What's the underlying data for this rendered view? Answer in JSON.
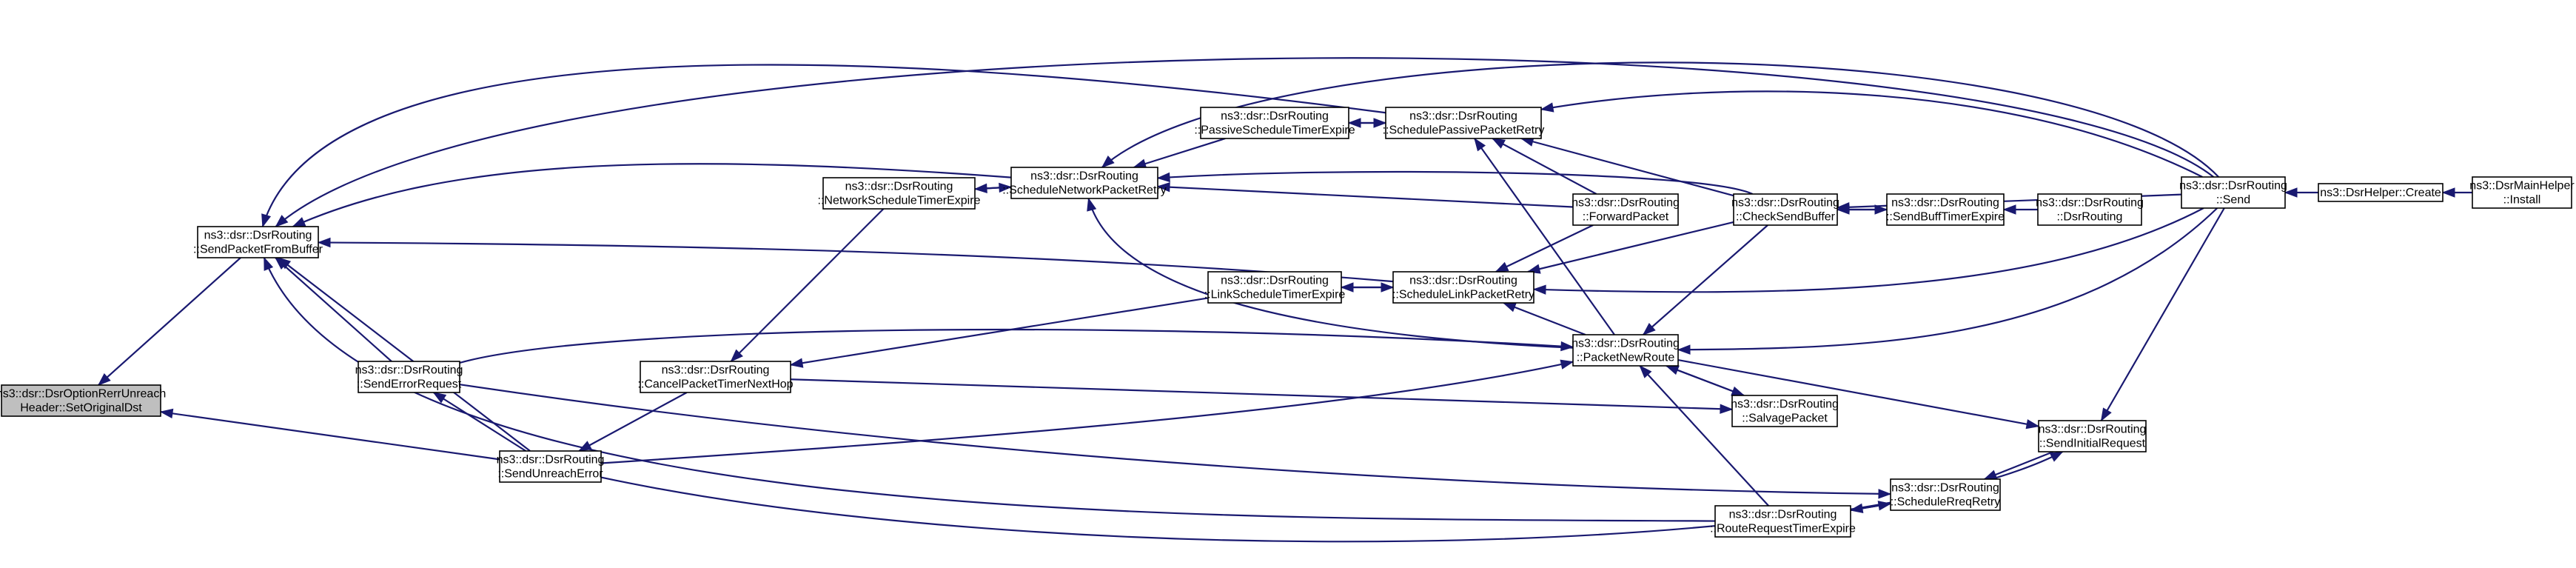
{
  "graph": {
    "nodes": [
      {
        "id": "setOriginalDst",
        "lines": [
          "ns3::dsr::DsrOptionRerrUnreach",
          "Header::SetOriginalDst"
        ],
        "highlight": true
      },
      {
        "id": "sendPacketFromBuffer",
        "lines": [
          "ns3::dsr::DsrRouting",
          "::SendPacketFromBuffer"
        ]
      },
      {
        "id": "sendErrorRequest",
        "lines": [
          "ns3::dsr::DsrRouting",
          "::SendErrorRequest"
        ]
      },
      {
        "id": "sendUnreachError",
        "lines": [
          "ns3::dsr::DsrRouting",
          "::SendUnreachError"
        ]
      },
      {
        "id": "networkScheduleTimerExpire",
        "lines": [
          "ns3::dsr::DsrRouting",
          "::NetworkScheduleTimerExpire"
        ]
      },
      {
        "id": "cancelPacketTimerNextHop",
        "lines": [
          "ns3::dsr::DsrRouting",
          "::CancelPacketTimerNextHop"
        ]
      },
      {
        "id": "scheduleNetworkPacketRetry",
        "lines": [
          "ns3::dsr::DsrRouting",
          "::ScheduleNetworkPacketRetry"
        ]
      },
      {
        "id": "passiveScheduleTimerExpire",
        "lines": [
          "ns3::dsr::DsrRouting",
          "::PassiveScheduleTimerExpire"
        ]
      },
      {
        "id": "linkScheduleTimerExpire",
        "lines": [
          "ns3::dsr::DsrRouting",
          "::LinkScheduleTimerExpire"
        ]
      },
      {
        "id": "schedulePassivePacketRetry",
        "lines": [
          "ns3::dsr::DsrRouting",
          "::SchedulePassivePacketRetry"
        ]
      },
      {
        "id": "scheduleLinkPacketRetry",
        "lines": [
          "ns3::dsr::DsrRouting",
          "::ScheduleLinkPacketRetry"
        ]
      },
      {
        "id": "forwardPacket",
        "lines": [
          "ns3::dsr::DsrRouting",
          "::ForwardPacket"
        ]
      },
      {
        "id": "packetNewRoute",
        "lines": [
          "ns3::dsr::DsrRouting",
          "::PacketNewRoute"
        ]
      },
      {
        "id": "salvagePacket",
        "lines": [
          "ns3::dsr::DsrRouting",
          "::SalvagePacket"
        ]
      },
      {
        "id": "routeRequestTimerExpire",
        "lines": [
          "ns3::dsr::DsrRouting",
          "::RouteRequestTimerExpire"
        ]
      },
      {
        "id": "checkSendBuffer",
        "lines": [
          "ns3::dsr::DsrRouting",
          "::CheckSendBuffer"
        ]
      },
      {
        "id": "sendBuffTimerExpire",
        "lines": [
          "ns3::dsr::DsrRouting",
          "::SendBuffTimerExpire"
        ]
      },
      {
        "id": "scheduleRreqRetry",
        "lines": [
          "ns3::dsr::DsrRouting",
          "::ScheduleRreqRetry"
        ]
      },
      {
        "id": "sendInitialRequest",
        "lines": [
          "ns3::dsr::DsrRouting",
          "::SendInitialRequest"
        ]
      },
      {
        "id": "dsrRouting",
        "lines": [
          "ns3::dsr::DsrRouting",
          "::DsrRouting"
        ]
      },
      {
        "id": "send",
        "lines": [
          "ns3::dsr::DsrRouting",
          "::Send"
        ]
      },
      {
        "id": "dsrHelperCreate",
        "lines": [
          "ns3::DsrHelper::Create"
        ]
      },
      {
        "id": "dsrMainHelperInstall",
        "lines": [
          "ns3::DsrMainHelper",
          "::Install"
        ]
      }
    ],
    "edges": [
      [
        "sendPacketFromBuffer",
        "setOriginalDst"
      ],
      [
        "sendUnreachError",
        "setOriginalDst"
      ],
      [
        "sendErrorRequest",
        "sendPacketFromBuffer"
      ],
      [
        "sendUnreachError",
        "sendPacketFromBuffer"
      ],
      [
        "routeRequestTimerExpire",
        "sendPacketFromBuffer"
      ],
      [
        "scheduleNetworkPacketRetry",
        "sendPacketFromBuffer"
      ],
      [
        "schedulePassivePacketRetry",
        "sendPacketFromBuffer"
      ],
      [
        "scheduleLinkPacketRetry",
        "sendPacketFromBuffer"
      ],
      [
        "send",
        "sendPacketFromBuffer"
      ],
      [
        "sendUnreachError",
        "sendErrorRequest"
      ],
      [
        "cancelPacketTimerNextHop",
        "sendUnreachError"
      ],
      [
        "scheduleNetworkPacketRetry",
        "networkScheduleTimerExpire"
      ],
      [
        "networkScheduleTimerExpire",
        "scheduleNetworkPacketRetry"
      ],
      [
        "networkScheduleTimerExpire",
        "cancelPacketTimerNextHop"
      ],
      [
        "linkScheduleTimerExpire",
        "cancelPacketTimerNextHop"
      ],
      [
        "packetNewRoute",
        "scheduleNetworkPacketRetry"
      ],
      [
        "checkSendBuffer",
        "scheduleNetworkPacketRetry"
      ],
      [
        "forwardPacket",
        "scheduleNetworkPacketRetry"
      ],
      [
        "send",
        "scheduleNetworkPacketRetry"
      ],
      [
        "passiveScheduleTimerExpire",
        "scheduleNetworkPacketRetry"
      ],
      [
        "schedulePassivePacketRetry",
        "passiveScheduleTimerExpire"
      ],
      [
        "passiveScheduleTimerExpire",
        "schedulePassivePacketRetry"
      ],
      [
        "scheduleLinkPacketRetry",
        "linkScheduleTimerExpire"
      ],
      [
        "linkScheduleTimerExpire",
        "scheduleLinkPacketRetry"
      ],
      [
        "forwardPacket",
        "schedulePassivePacketRetry"
      ],
      [
        "packetNewRoute",
        "schedulePassivePacketRetry"
      ],
      [
        "checkSendBuffer",
        "schedulePassivePacketRetry"
      ],
      [
        "send",
        "schedulePassivePacketRetry"
      ],
      [
        "forwardPacket",
        "scheduleLinkPacketRetry"
      ],
      [
        "packetNewRoute",
        "scheduleLinkPacketRetry"
      ],
      [
        "checkSendBuffer",
        "scheduleLinkPacketRetry"
      ],
      [
        "send",
        "scheduleLinkPacketRetry"
      ],
      [
        "sendErrorRequest",
        "packetNewRoute"
      ],
      [
        "sendUnreachError",
        "packetNewRoute"
      ],
      [
        "salvagePacket",
        "packetNewRoute"
      ],
      [
        "routeRequestTimerExpire",
        "packetNewRoute"
      ],
      [
        "checkSendBuffer",
        "packetNewRoute"
      ],
      [
        "send",
        "packetNewRoute"
      ],
      [
        "packetNewRoute",
        "salvagePacket"
      ],
      [
        "cancelPacketTimerNextHop",
        "salvagePacket"
      ],
      [
        "packetNewRoute",
        "sendInitialRequest"
      ],
      [
        "sendInitialRequest",
        "scheduleRreqRetry"
      ],
      [
        "sendErrorRequest",
        "scheduleRreqRetry"
      ],
      [
        "routeRequestTimerExpire",
        "scheduleRreqRetry"
      ],
      [
        "scheduleRreqRetry",
        "routeRequestTimerExpire"
      ],
      [
        "sendUnreachError",
        "sendInitialRequest"
      ],
      [
        "send",
        "sendInitialRequest"
      ],
      [
        "sendBuffTimerExpire",
        "checkSendBuffer"
      ],
      [
        "checkSendBuffer",
        "sendBuffTimerExpire"
      ],
      [
        "dsrRouting",
        "sendBuffTimerExpire"
      ],
      [
        "send",
        "checkSendBuffer"
      ],
      [
        "dsrHelperCreate",
        "send"
      ],
      [
        "dsrMainHelperInstall",
        "dsrHelperCreate"
      ]
    ]
  }
}
